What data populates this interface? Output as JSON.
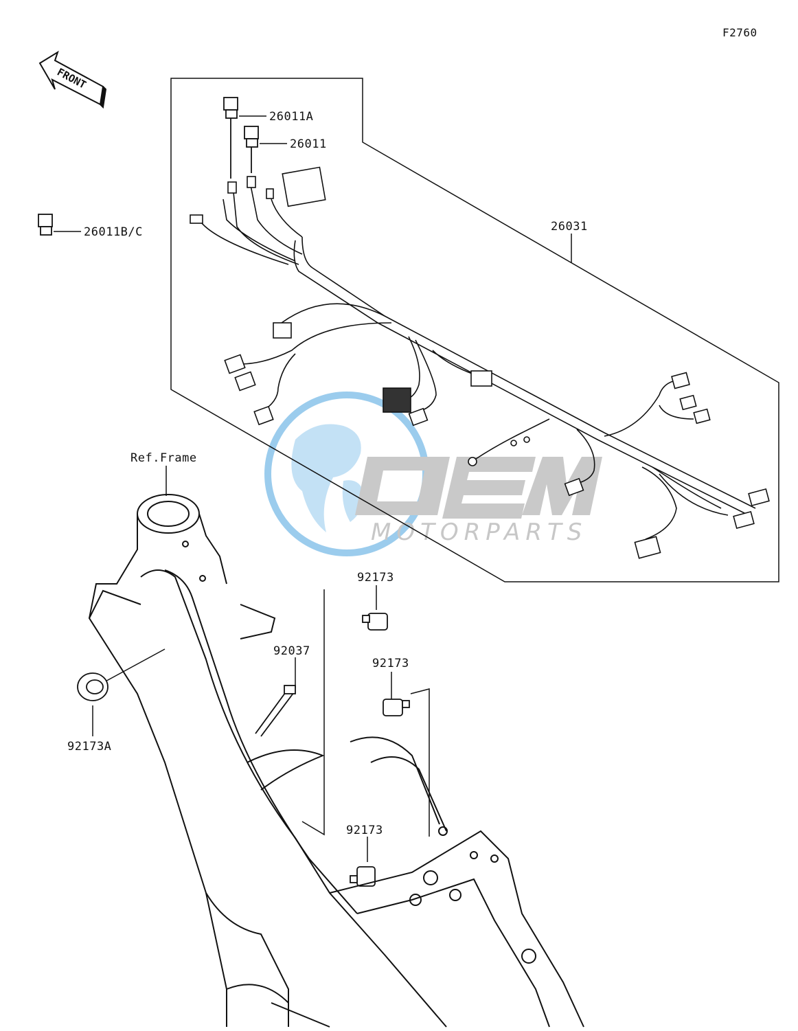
{
  "figure_code": "F2760",
  "front_arrow_text": "FRONT",
  "watermark": {
    "logo_text": "OEM",
    "sub_text": "MOTORPARTS",
    "color_blue": "#4aa3df",
    "color_gray": "#9e9e9e"
  },
  "frame_label": "Ref.Frame",
  "parts": [
    {
      "id": "26011A",
      "label": "26011A"
    },
    {
      "id": "26011",
      "label": "26011"
    },
    {
      "id": "26011BC",
      "label": "26011B/C"
    },
    {
      "id": "26031",
      "label": "26031"
    },
    {
      "id": "92173_top",
      "label": "92173"
    },
    {
      "id": "92173_mid",
      "label": "92173"
    },
    {
      "id": "92173_low",
      "label": "92173"
    },
    {
      "id": "92037",
      "label": "92037"
    },
    {
      "id": "92173A",
      "label": "92173A"
    }
  ]
}
